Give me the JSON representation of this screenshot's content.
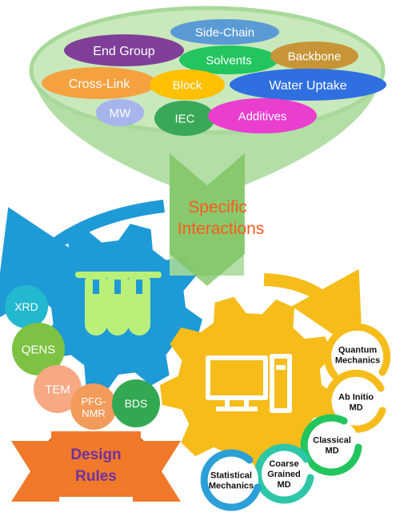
{
  "funnel": {
    "ovals": [
      {
        "label": "Side-Chain",
        "color": "#5b9bd5"
      },
      {
        "label": "End Group",
        "color": "#7f3f98"
      },
      {
        "label": "Solvents",
        "color": "#22c55e"
      },
      {
        "label": "Backbone",
        "color": "#c79538"
      },
      {
        "label": "Cross-Link",
        "color": "#f5a140"
      },
      {
        "label": "Block",
        "color": "#ffc000"
      },
      {
        "label": "Water Uptake",
        "color": "#2f6fe0"
      },
      {
        "label": "MW",
        "color": "#a8b4ec"
      },
      {
        "label": "IEC",
        "color": "#3aa957"
      },
      {
        "label": "Additives",
        "color": "#ea3ecf"
      }
    ],
    "center_line1": "Specific",
    "center_line2": "Interactions",
    "center_color": "#ff5a1a",
    "funnel_color": "#a8d99a"
  },
  "experimental": {
    "gear_color": "#1e9ad6",
    "icon": "test-tubes-icon",
    "techniques": [
      {
        "label": "XRD",
        "color": "#22b8cf"
      },
      {
        "label": "QENS",
        "color": "#7dc242"
      },
      {
        "label": "TEM",
        "color": "#f7a983"
      },
      {
        "label": "PFG-",
        "label2": "NMR",
        "color": "#f29b5a"
      },
      {
        "label": "BDS",
        "color": "#33a852"
      }
    ]
  },
  "computational": {
    "gear_color": "#f5bc1a",
    "icon": "desktop-computer-icon",
    "methods": [
      {
        "line1": "Quantum",
        "line2": "Mechanics",
        "line3": ""
      },
      {
        "line1": "Ab Initio",
        "line2": "MD",
        "line3": ""
      },
      {
        "line1": "Classical",
        "line2": "MD",
        "line3": ""
      },
      {
        "line1": "Coarse",
        "line2": "Grained",
        "line3": "MD"
      },
      {
        "line1": "Statistical",
        "line2": "Mechanics",
        "line3": ""
      }
    ]
  },
  "banner": {
    "line1": "Design",
    "line2": "Rules",
    "text_color": "#7030a0",
    "fill_color": "#f07a2a"
  }
}
